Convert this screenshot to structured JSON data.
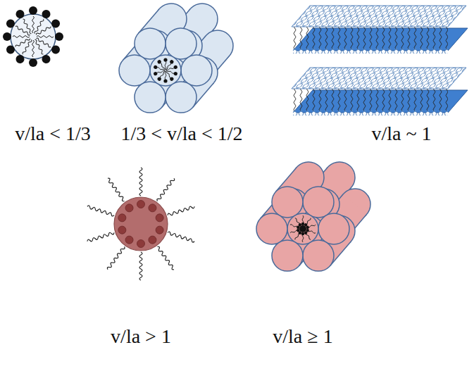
{
  "diagram": {
    "labels": [
      "v/la < 1/3",
      "1/3 < v/la < 1/2",
      "v/la ~ 1",
      "v/la > 1",
      "v/la ≥ 1"
    ]
  }
}
